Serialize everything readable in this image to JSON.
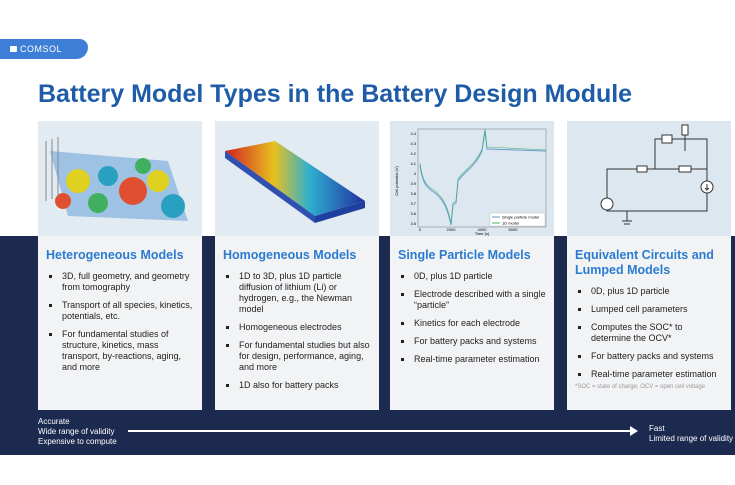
{
  "brand": "COMSOL",
  "title": "Battery Model Types in the Battery Design Module",
  "colors": {
    "title": "#1e5ca8",
    "heading": "#2b7bd0",
    "background_band": "#1d2a50"
  },
  "cards": [
    {
      "heading": "Heterogeneous Models",
      "bullets": [
        "3D, full geometry, and geometry from tomography",
        "Transport of all species, kinetics, potentials, etc.",
        "For fundamental studies of structure, kinetics, mass transport, by-reactions, aging, and more"
      ]
    },
    {
      "heading": "Homogeneous Models",
      "bullets": [
        "1D to 3D, plus 1D particle diffusion of lithium (Li) or hydrogen, e.g., the Newman model",
        "Homogeneous electrodes",
        "For fundamental studies but also for design, performance, aging, and more",
        "1D also for battery packs"
      ]
    },
    {
      "heading": "Single Particle Models",
      "bullets": [
        "0D, plus 1D particle",
        "Electrode described with a single “particle”",
        "Kinetics for each electrode",
        "For battery packs and systems",
        "Real-time parameter estimation"
      ]
    },
    {
      "heading": "Equivalent Circuits and Lumped Models",
      "bullets": [
        "0D, plus 1D particle",
        "Lumped cell parameters",
        "Computes the SOC* to determine the OCV*",
        "For battery packs and systems",
        "Real-time parameter estimation"
      ],
      "footnote": "*SOC = state of charge; OCV = open cell voltage"
    }
  ],
  "plot": {
    "ylabel": "Cell potential (V)",
    "xlabel": "Time (s)",
    "yticks": [
      "4.4",
      "4.3",
      "4.2",
      "4.1",
      "4",
      "3.9",
      "3.8",
      "3.7",
      "3.6",
      "3.5"
    ],
    "xticks": [
      "0",
      "2000",
      "4000",
      "6000"
    ],
    "legend": [
      "Single particle model",
      "1D model"
    ]
  },
  "scale": {
    "left": [
      "Accurate",
      "Wide range of validity",
      "Expensive to compute"
    ],
    "right": [
      "Fast",
      "Limited range of validity"
    ]
  }
}
